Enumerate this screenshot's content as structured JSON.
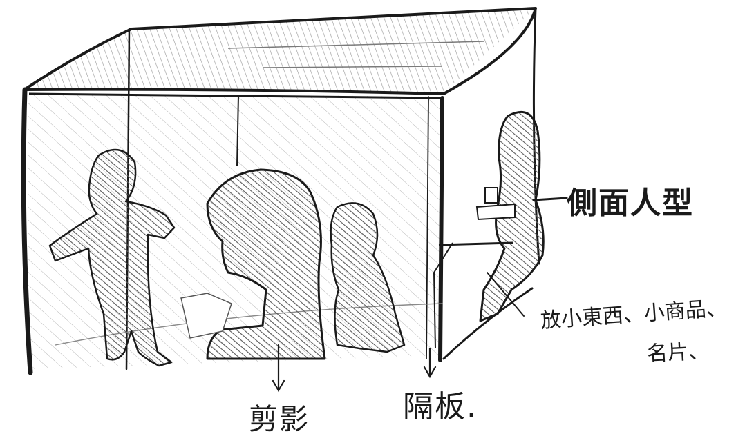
{
  "labels": {
    "side_figure": "側面人型",
    "small_items_line1": "放小東西、小商品、",
    "small_items_line2": "名片、",
    "silhouette": "剪影",
    "partition": "隔板."
  },
  "colors": {
    "ink": "#1a1a1a",
    "hatch": "#6b6b6b",
    "paper": "#ffffff"
  }
}
